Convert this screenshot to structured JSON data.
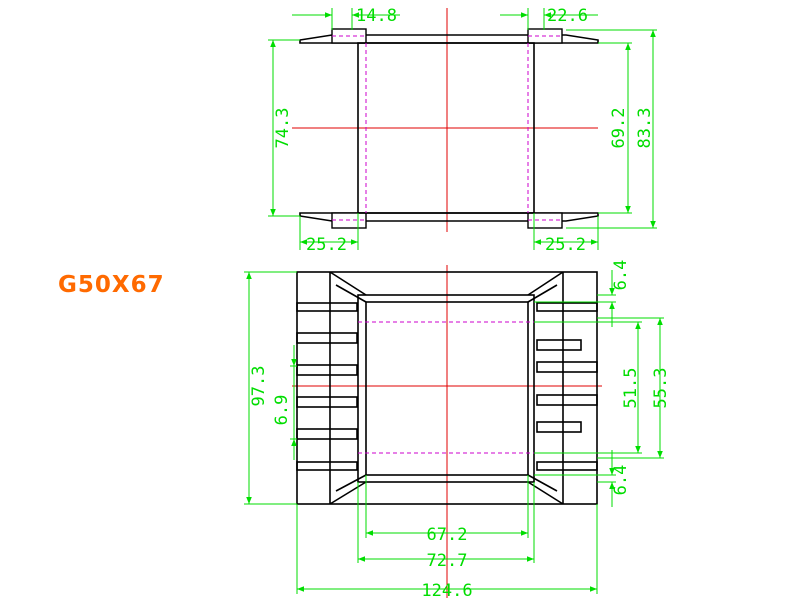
{
  "part_number": "G50X67",
  "colors": {
    "outline": "#000000",
    "dimension": "#00dd00",
    "centerline": "#e00000",
    "hidden": "#cc00cc",
    "title": "#ff6a00"
  },
  "dimensions": {
    "top_view": {
      "pin_left_width": "14.8",
      "pin_right_width": "22.6",
      "overall_length_left": "74.3",
      "inner_length": "69.2",
      "overall_length_right": "83.3",
      "offset_bottom_left": "25.2",
      "offset_bottom_right": "25.2"
    },
    "front_view": {
      "overall_height": "97.3",
      "fin_gap": "6.9",
      "top_margin": "6.4",
      "window_height": "51.5",
      "outer_window_height": "55.3",
      "bottom_margin": "6.4",
      "core_width": "67.2",
      "core_outer_width": "72.7",
      "overall_width": "124.6"
    }
  }
}
